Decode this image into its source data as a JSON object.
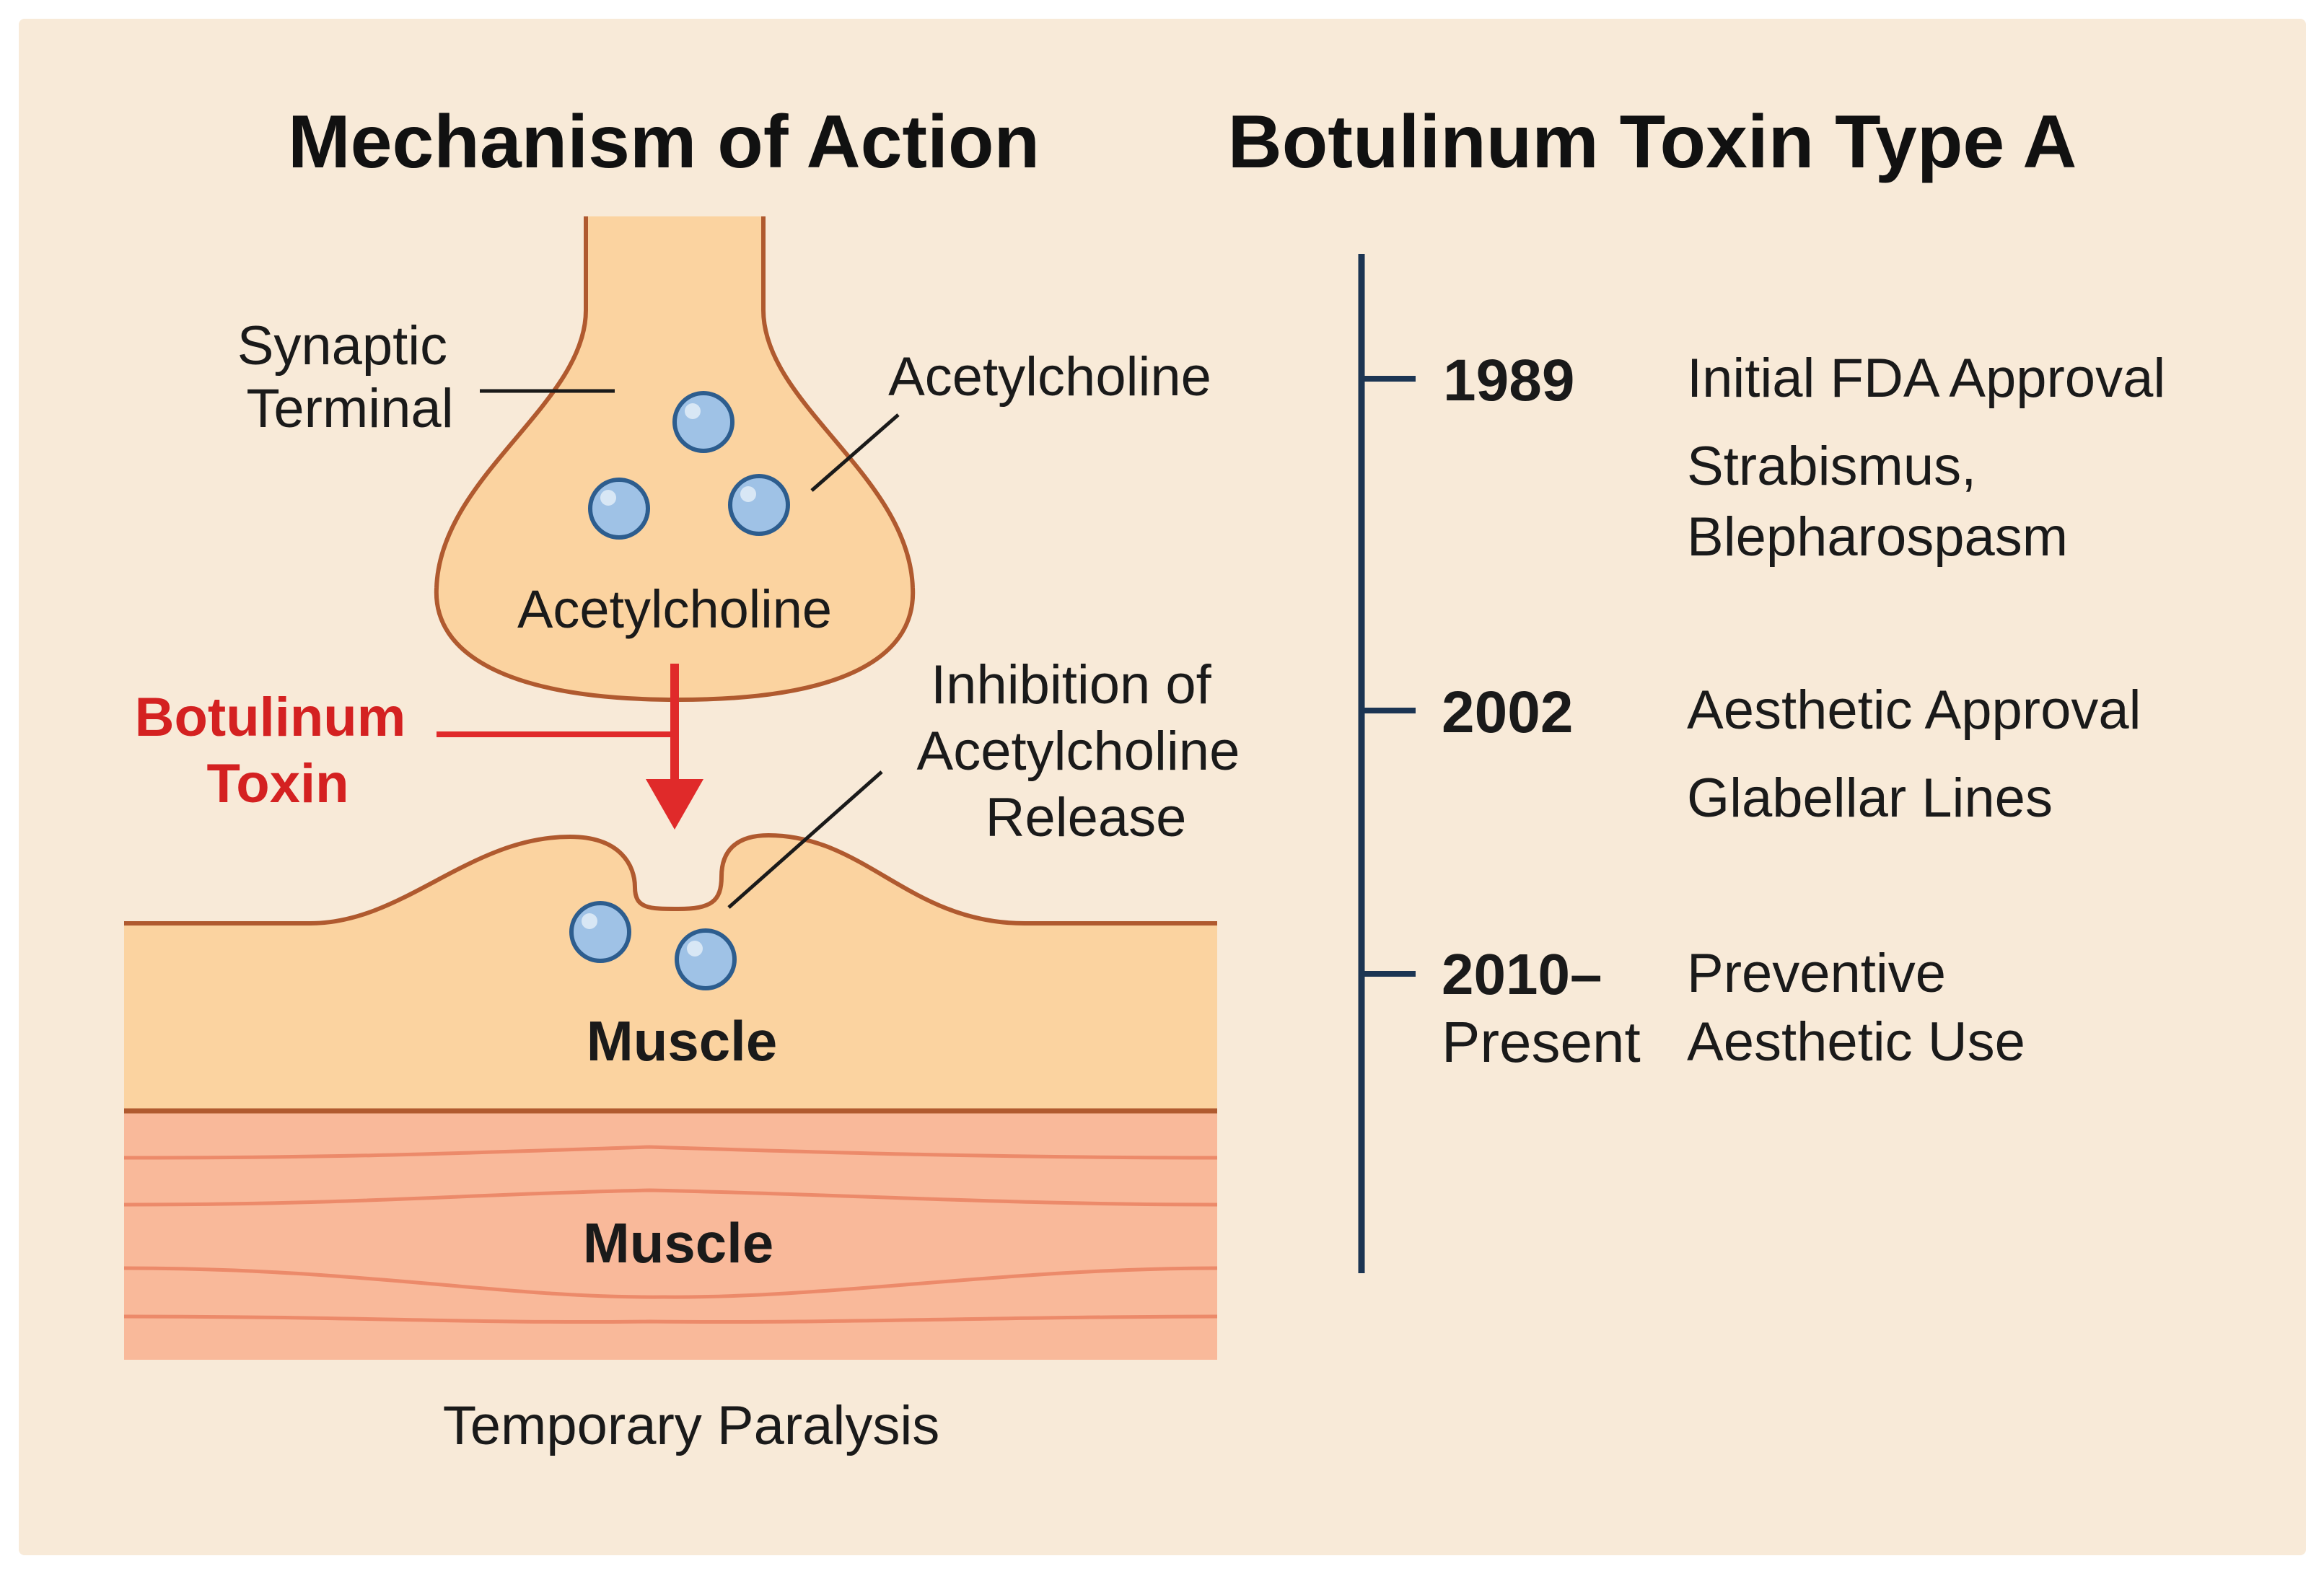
{
  "titles": {
    "left": "Mechanism of Action",
    "right": "Botulinum Toxin Type A"
  },
  "mechanism": {
    "synaptic_terminal": [
      "Synaptic",
      "Terminal"
    ],
    "acetylcholine_callout": "Acetylcholine",
    "acetylcholine_inside": "Acetylcholine",
    "toxin": [
      "Botulinum",
      "Toxin"
    ],
    "inhibition": [
      "Inhibition of",
      "Acetylcholine",
      "Release"
    ],
    "muscle_top": "Muscle",
    "muscle_bottom": "Muscle",
    "caption": "Temporary Paralysis"
  },
  "timeline": [
    {
      "year_lines": [
        "1989"
      ],
      "desc_lines": [
        "Initial FDA Approval",
        "Strabismus,",
        "Blepharospasm"
      ]
    },
    {
      "year_lines": [
        "2002"
      ],
      "desc_lines": [
        "Aesthetic Approval",
        "Glabellar Lines"
      ]
    },
    {
      "year_lines": [
        "2010–",
        "Present"
      ],
      "desc_lines": [
        "Preventive",
        "Aesthetic Use"
      ]
    }
  ],
  "colors": {
    "background": "#f8ead8",
    "terminal_fill": "#fbd3a0",
    "terminal_stroke": "#b05a2f",
    "vesicle_fill": "#9fc2e6",
    "vesicle_stroke": "#2d5d8e",
    "toxin_red": "#e02a2a",
    "muscle_fiber_fill": "#f9b99a",
    "muscle_fiber_line": "#ec8a6a",
    "timeline_navy": "#1c3553"
  }
}
